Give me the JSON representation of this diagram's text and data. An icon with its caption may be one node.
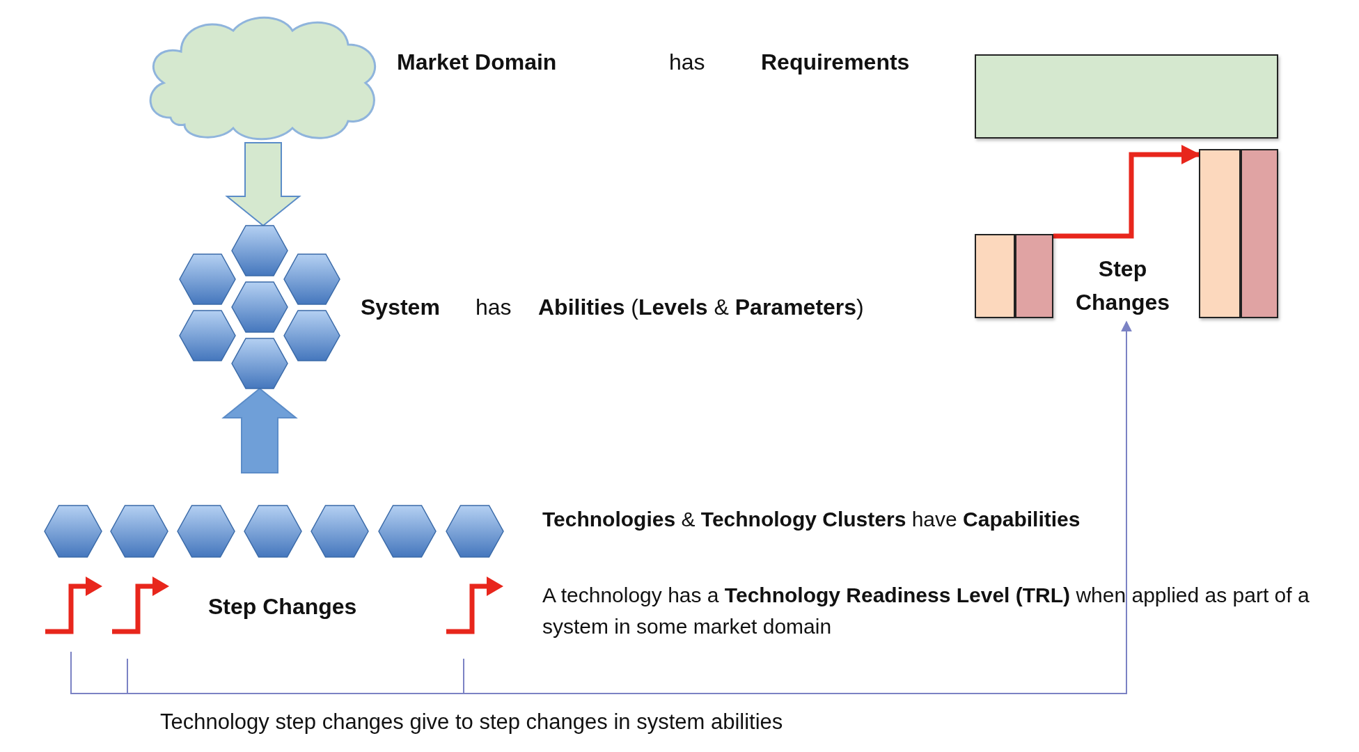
{
  "diagram": {
    "caption": "Technology step changes give to step changes in system abilities",
    "nodes": [
      {
        "text": [],
        "shape": "cloud"
      },
      {
        "text": [],
        "shape": "hexagon"
      },
      {
        "text": [],
        "shape": "box"
      },
      {
        "text": [],
        "shape": "bar"
      },
      {
        "text": [],
        "shape": "bar"
      },
      {
        "text": [],
        "shape": "bar"
      },
      {
        "text": [],
        "shape": "bar"
      },
      {
        "text": [
          "Step Changes"
        ]
      },
      {
        "text": [],
        "shape": "hexagon"
      },
      {
        "text": [],
        "shape": "hexagon"
      },
      {
        "text": [],
        "shape": "hexagon"
      },
      {
        "text": [],
        "shape": "hexagon"
      },
      {
        "text": [],
        "shape": "hexagon"
      },
      {
        "text": [],
        "shape": "hexagon"
      },
      {
        "text": [],
        "shape": "hexagon"
      },
      {
        "text": [],
        "shape": "bracket"
      }
    ],
    "edges": [
      {
        "from": 0,
        "to": 1,
        "arrow": "to",
        "style": "thick",
        "color": "#d5e8cf"
      },
      {
        "from": null,
        "to": 1,
        "arrow": "to",
        "style": "thick",
        "color": "#6f9fd8"
      },
      {
        "from": 4,
        "to": 5,
        "arrow": "to",
        "style": "thick",
        "color": "#e8261c"
      },
      {
        "from": 15,
        "to": 7,
        "arrow": "to",
        "color": "#7b82c4"
      }
    ],
    "labels": [
      "Market Domain",
      "has",
      "Requirements",
      "System",
      "has",
      "**Abilities** (**Levels** & **Parameters**)",
      "**Technologies** & **Technology Clusters** have **Capabilities**",
      "Step Changes",
      "A technology has a **Technology Readiness Level (TRL)** when applied as part of a system in some market domain"
    ]
  }
}
